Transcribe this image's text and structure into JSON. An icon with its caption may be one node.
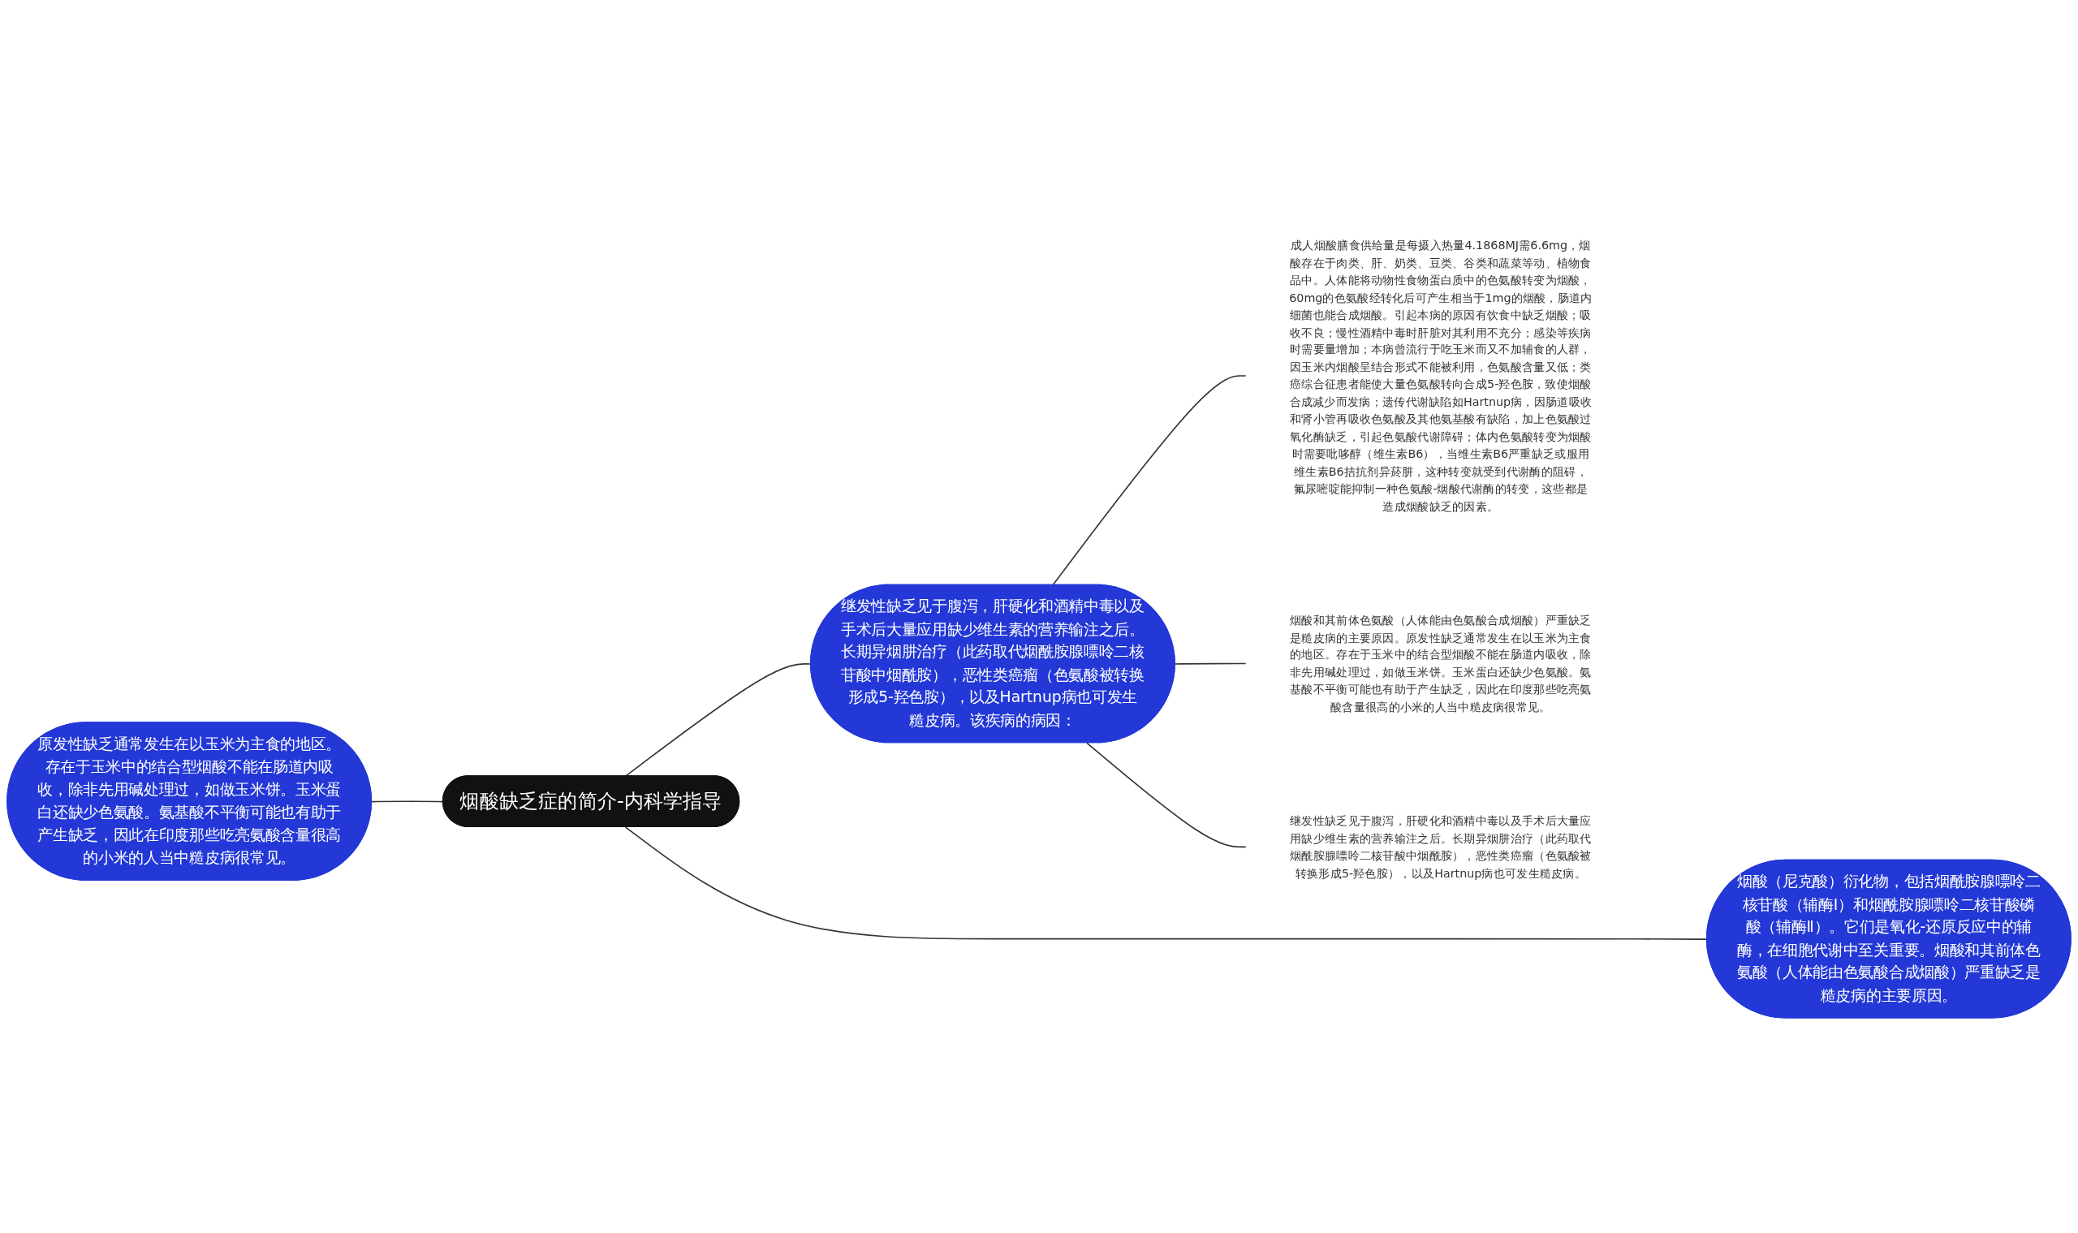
{
  "diagram": {
    "nodes": [
      {
        "text": [
          "烟酸缺乏症的简介-内科学指导"
        ]
      },
      {
        "text": [
          "烟酸（尼克酸）衍化物，包括烟酰胺腺嘌呤二核苷酸（辅酶Ⅰ）和烟酰胺腺嘌呤二核苷酸磷酸（辅酶Ⅱ）。它们是氧化-还原反应中的辅酶，在细胞代谢中至关重要。烟酸和其前体色氨酸（人体能由色氨酸合成烟酸）严重缺乏是糙皮病的主要原因。"
        ]
      },
      {
        "text": [
          "原发性缺乏通常发生在以玉米为主食的地区。存在于玉米中的结合型烟酸不能在肠道内吸收，除非先用碱处理过，如做玉米饼。玉米蛋白还缺少色氨酸。氨基酸不平衡可能也有助于产生缺乏，因此在印度那些吃亮氨酸含量很高的小米的人当中糙皮病很常见。"
        ]
      },
      {
        "text": [
          "继发性缺乏见于腹泻，肝硬化和酒精中毒以及手术后大量应用缺少维生素的营养输注之后。长期异烟肼治疗（此药取代烟酰胺腺嘌呤二核苷酸中烟酰胺），恶性类癌瘤（色氨酸被转换形成5-羟色胺），以及Hartnup病也可发生糙皮病。该疾病的病因："
        ]
      },
      {
        "text": [
          "成人烟酸膳食供给量是每摄入热量4.1868MJ需6.6mg，烟酸存在于肉类、肝、奶类、豆类、谷类和蔬菜等动、植物食品中。人体能将动物性食物蛋白质中的色氨酸转变为烟酸，60mg的色氨酸经转化后可产生相当于1mg的烟酸，肠道内细菌也能合成烟酸。引起本病的原因有饮食中缺乏烟酸；吸收不良；慢性酒精中毒时肝脏对其利用不充分；感染等疾病时需要量增加；本病曾流行于吃玉米而又不加辅食的人群，因玉米内烟酸呈结合形式不能被利用，色氨酸含量又低；类癌综合征患者能使大量色氨酸转向合成5-羟色胺，致使烟酸合成减少而发病；遗传代谢缺陷如Hartnup病，因肠道吸收和肾小管再吸收色氨酸及其他氨基酸有缺陷，加上色氨酸过氧化酶缺乏，引起色氨酸代谢障碍；体内色氨酸转变为烟酸时需要吡哆醇（维生素B6），当维生素B6严重缺乏或服用维生素B6拮抗剂异菸肼，这种转变就受到代谢酶的阻碍，氟尿嘧啶能抑制一种色氨酸-烟酸代谢酶的转变，这些都是造成烟酸缺乏的因素。"
        ]
      },
      {
        "text": [
          "烟酸和其前体色氨酸（人体能由色氨酸合成烟酸）严重缺乏是糙皮病的主要原因。原发性缺乏通常发生在以玉米为主食的地区。存在于玉米中的结合型烟酸不能在肠道内吸收，除非先用碱处理过，如做玉米饼。玉米蛋白还缺少色氨酸。氨基酸不平衡可能也有助于产生缺乏，因此在印度那些吃亮氨酸含量很高的小米的人当中糙皮病很常见。"
        ]
      },
      {
        "text": [
          "继发性缺乏见于腹泻，肝硬化和酒精中毒以及手术后大量应用缺少维生素的营养输注之后。长期异烟肼治疗（此药取代烟酰胺腺嘌呤二核苷酸中烟酰胺），恶性类癌瘤（色氨酸被转换形成5-羟色胺），以及Hartnup病也可发生糙皮病。"
        ]
      }
    ],
    "edges": [
      {
        "from": 0,
        "to": 1,
        "arrow": "none"
      },
      {
        "from": 0,
        "to": 2,
        "arrow": "none"
      },
      {
        "from": 0,
        "to": 3,
        "arrow": "none"
      },
      {
        "from": 3,
        "to": 4,
        "arrow": "none"
      },
      {
        "from": 3,
        "to": 5,
        "arrow": "none"
      },
      {
        "from": 3,
        "to": 6,
        "arrow": "none"
      }
    ]
  }
}
